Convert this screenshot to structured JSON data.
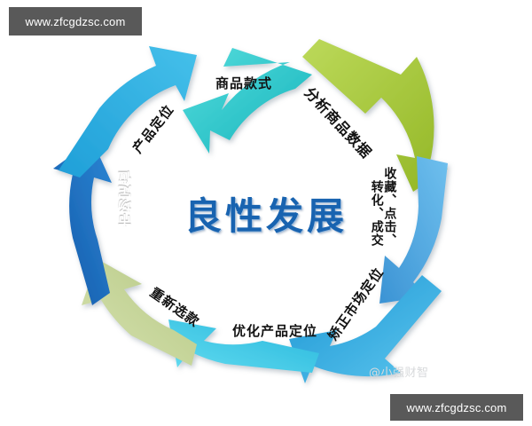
{
  "watermarks": {
    "top_left": "www.zfcgdzsc.com",
    "bottom_right": "www.zfcgdzsc.com",
    "faint_center_right": "@小强财智"
  },
  "center": {
    "label": "良性发展",
    "color": "#1863b0"
  },
  "diagram": {
    "type": "cycle",
    "direction": "clockwise",
    "segment_count": 8,
    "segments": [
      {
        "id": "shangpin-kuanshi",
        "label": "商品款式",
        "color": "#2ec4c8",
        "text_color": "#121212",
        "position": "top"
      },
      {
        "id": "fenxi-shangpin-shuju",
        "label": "分析商品数据",
        "color": "#a8c83c",
        "text_color": "#121212",
        "position": "top-right"
      },
      {
        "id": "shoucang-dianji",
        "label_line1": "收藏、点击、",
        "label_line2": "转化、成交",
        "color": "#4fa8e0",
        "text_color": "#121212",
        "position": "right"
      },
      {
        "id": "jiaozheng-shichang",
        "label": "矫正市场定位",
        "color": "#2aa8e0",
        "text_color": "#121212",
        "position": "bottom-right"
      },
      {
        "id": "youhua-chanpin",
        "label": "优化产品定位",
        "color": "#3fc8e8",
        "text_color": "#121212",
        "position": "bottom"
      },
      {
        "id": "chongxin-xuankuan",
        "label": "重新选款",
        "color": "#c8d79a",
        "text_color": "#121212",
        "position": "bottom-left"
      },
      {
        "id": "shichang-dingwei",
        "label": "市场定位",
        "color": "#1a6fc4",
        "text_color": "#ffffff",
        "position": "left"
      },
      {
        "id": "chanpin-dingwei",
        "label": "产品定位",
        "color": "#1f9fd8",
        "text_color": "#121212",
        "position": "top-left"
      }
    ]
  }
}
